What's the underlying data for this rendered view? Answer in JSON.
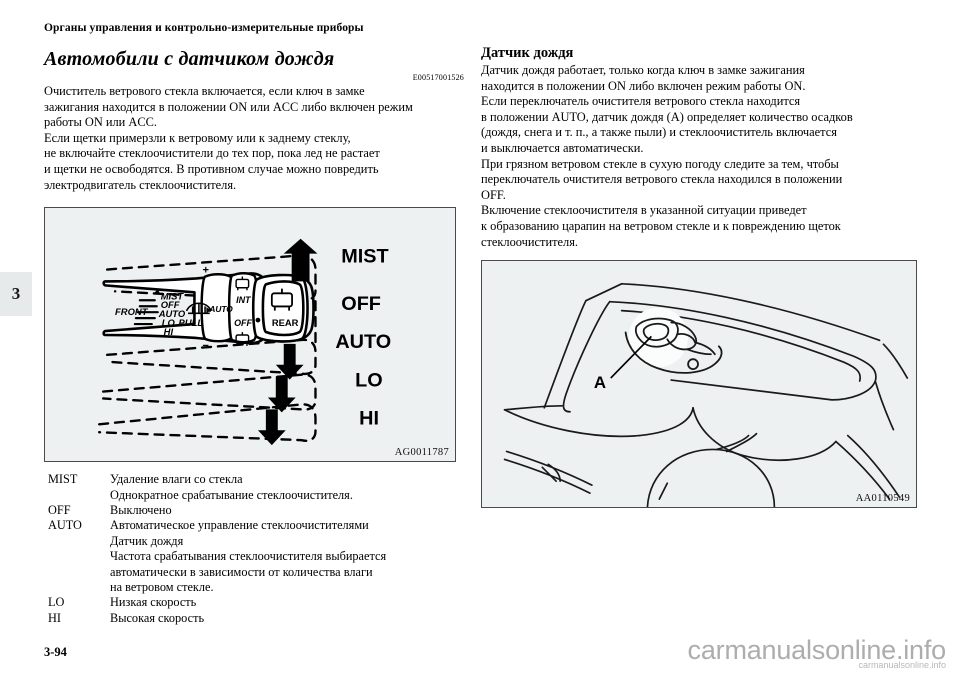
{
  "document": {
    "running_head": "Органы управления и контрольно-измерительные приборы",
    "page_number": "3-94",
    "chapter_tab": "3",
    "watermark": "carmanualsonline.info",
    "watermark_small": "carmanualsonline.info"
  },
  "left_column": {
    "section_title": "Автомобили с датчиком дождя",
    "e_code": "E00517001526",
    "paragraph_1": "Очиститель ветрового стекла включается, если ключ в замке\nзажигания находится в положении ON или ACC либо включен режим\nработы ON или ACC.",
    "paragraph_2": "Если щетки примерзли к ветровому или к заднему стеклу,\nне включайте стеклоочистители до тех пор, пока лед не растает\nи щетки не освободятся. В противном случае можно повредить\nэлектродвигатель стеклоочистителя.",
    "figure": {
      "id": "AG0011787",
      "stalk_labels": {
        "front": "FRONT",
        "mist": "MIST",
        "off": "OFF",
        "auto": "AUTO",
        "lo": "LO",
        "pull": "PULL",
        "hi": "HI",
        "plus": "+",
        "minus": "−",
        "auto_knob": "AUTO",
        "int": "INT",
        "rear_off": "OFF",
        "rear": "REAR"
      },
      "callouts": [
        "MIST",
        "OFF",
        "AUTO",
        "LO",
        "HI"
      ]
    },
    "legend": [
      {
        "key": "MIST",
        "value": "Удаление влаги со стекла\nОднократное срабатывание стеклоочистителя."
      },
      {
        "key": "OFF",
        "value": "Выключено"
      },
      {
        "key": "AUTO",
        "value": "Автоматическое управление стеклоочистителями\nДатчик дождя\nЧастота срабатывания стеклоочистителя выбирается\nавтоматически в зависимости от количества влаги\nна ветровом стекле."
      },
      {
        "key": "LO",
        "value": "Низкая скорость"
      },
      {
        "key": "HI",
        "value": "Высокая скорость"
      }
    ]
  },
  "right_column": {
    "sub_title": "Датчик дождя",
    "paragraph_1": "Датчик дождя работает, только когда ключ в замке зажигания\nнаходится в положении ON либо включен режим работы ON.",
    "paragraph_2": "Если переключатель очистителя ветрового стекла находится\nв положении AUTO, датчик дождя (A) определяет количество осадков\n(дождя, снега и т. п., а также пыли) и стеклоочиститель включается\nи выключается автоматически.",
    "paragraph_3": "При грязном ветровом стекле в сухую погоду следите за тем, чтобы\nпереключатель очистителя ветрового стекла находился в положении\nOFF.",
    "paragraph_4": "Включение стеклоочистителя в указанной ситуации приведет\nк образованию царапин на ветровом стекле и к повреждению щеток\nстеклоочистителя.",
    "figure": {
      "id": "AA0110549",
      "callout_a": "A"
    }
  },
  "colors": {
    "figure_background": "#eef1f2",
    "figure_border": "#4a4a4a",
    "chapter_tab_background": "#e6eaea",
    "watermark": "#adadad",
    "page_background": "#ffffff"
  }
}
